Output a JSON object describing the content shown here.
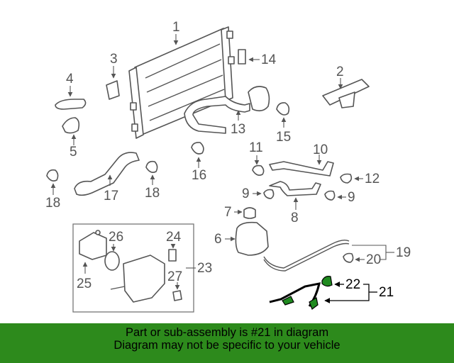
{
  "callouts": {
    "c1": "1",
    "c2": "2",
    "c3": "3",
    "c4": "4",
    "c5": "5",
    "c6": "6",
    "c7": "7",
    "c8": "8",
    "c9a": "9",
    "c9b": "9",
    "c10": "10",
    "c11": "11",
    "c12": "12",
    "c13": "13",
    "c14": "14",
    "c15": "15",
    "c16": "16",
    "c17": "17",
    "c18a": "18",
    "c18b": "18",
    "c19": "19",
    "c20": "20",
    "c21": "21",
    "c22": "22",
    "c23": "23",
    "c24": "24",
    "c25": "25",
    "c26": "26",
    "c27": "27"
  },
  "highlighted_part": "21",
  "colors": {
    "banner": "#2d8a1c",
    "highlight": "#1f8a1f",
    "line": "#555555"
  },
  "banner": {
    "line1": "Part or sub-assembly is #21 in diagram",
    "line2": "Diagram may not be specific to your vehicle"
  }
}
